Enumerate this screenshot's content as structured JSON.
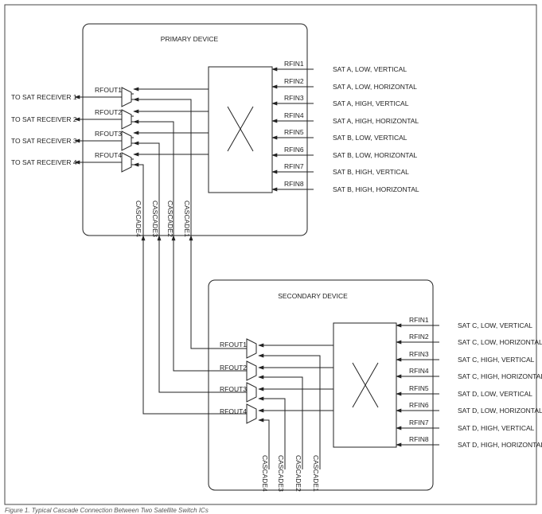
{
  "primary": {
    "title": "PRIMARY DEVICE",
    "rfin": [
      "RFIN1",
      "RFIN2",
      "RFIN3",
      "RFIN4",
      "RFIN5",
      "RFIN6",
      "RFIN7",
      "RFIN8"
    ],
    "sources": [
      "SAT A, LOW, VERTICAL",
      "SAT A, LOW, HORIZONTAL",
      "SAT A, HIGH, VERTICAL",
      "SAT A, HIGH, HORIZONTAL",
      "SAT B, LOW, VERTICAL",
      "SAT B, LOW, HORIZONTAL",
      "SAT B, HIGH, VERTICAL",
      "SAT B, HIGH, HORIZONTAL"
    ],
    "rfout": [
      "RFOUT1",
      "RFOUT2",
      "RFOUT3",
      "RFOUT4"
    ],
    "receivers": [
      "TO SAT RECEIVER 1",
      "TO SAT RECEIVER 2",
      "TO SAT RECEIVER 3",
      "TO SAT RECEIVER 4"
    ],
    "cascade": [
      "CASCADE4",
      "CASCADE3",
      "CASCADE2",
      "CASCADE1"
    ]
  },
  "secondary": {
    "title": "SECONDARY DEVICE",
    "rfin": [
      "RFIN1",
      "RFIN2",
      "RFIN3",
      "RFIN4",
      "RFIN5",
      "RFIN6",
      "RFIN7",
      "RFIN8"
    ],
    "sources": [
      "SAT C, LOW, VERTICAL",
      "SAT C, LOW, HORIZONTAL",
      "SAT C, HIGH, VERTICAL",
      "SAT C, HIGH, HORIZONTAL",
      "SAT D, LOW, VERTICAL",
      "SAT D, LOW, HORIZONTAL",
      "SAT D, HIGH, VERTICAL",
      "SAT D, HIGH, HORIZONTAL"
    ],
    "rfout": [
      "RFOUT1",
      "RFOUT2",
      "RFOUT3",
      "RFOUT4"
    ],
    "cascade": [
      "CASCADE4",
      "CASCADE3",
      "CASCADE2",
      "CASCADE1"
    ]
  },
  "caption": "Figure 1. Typical Cascade Connection Between Two Satellite Switch ICs"
}
